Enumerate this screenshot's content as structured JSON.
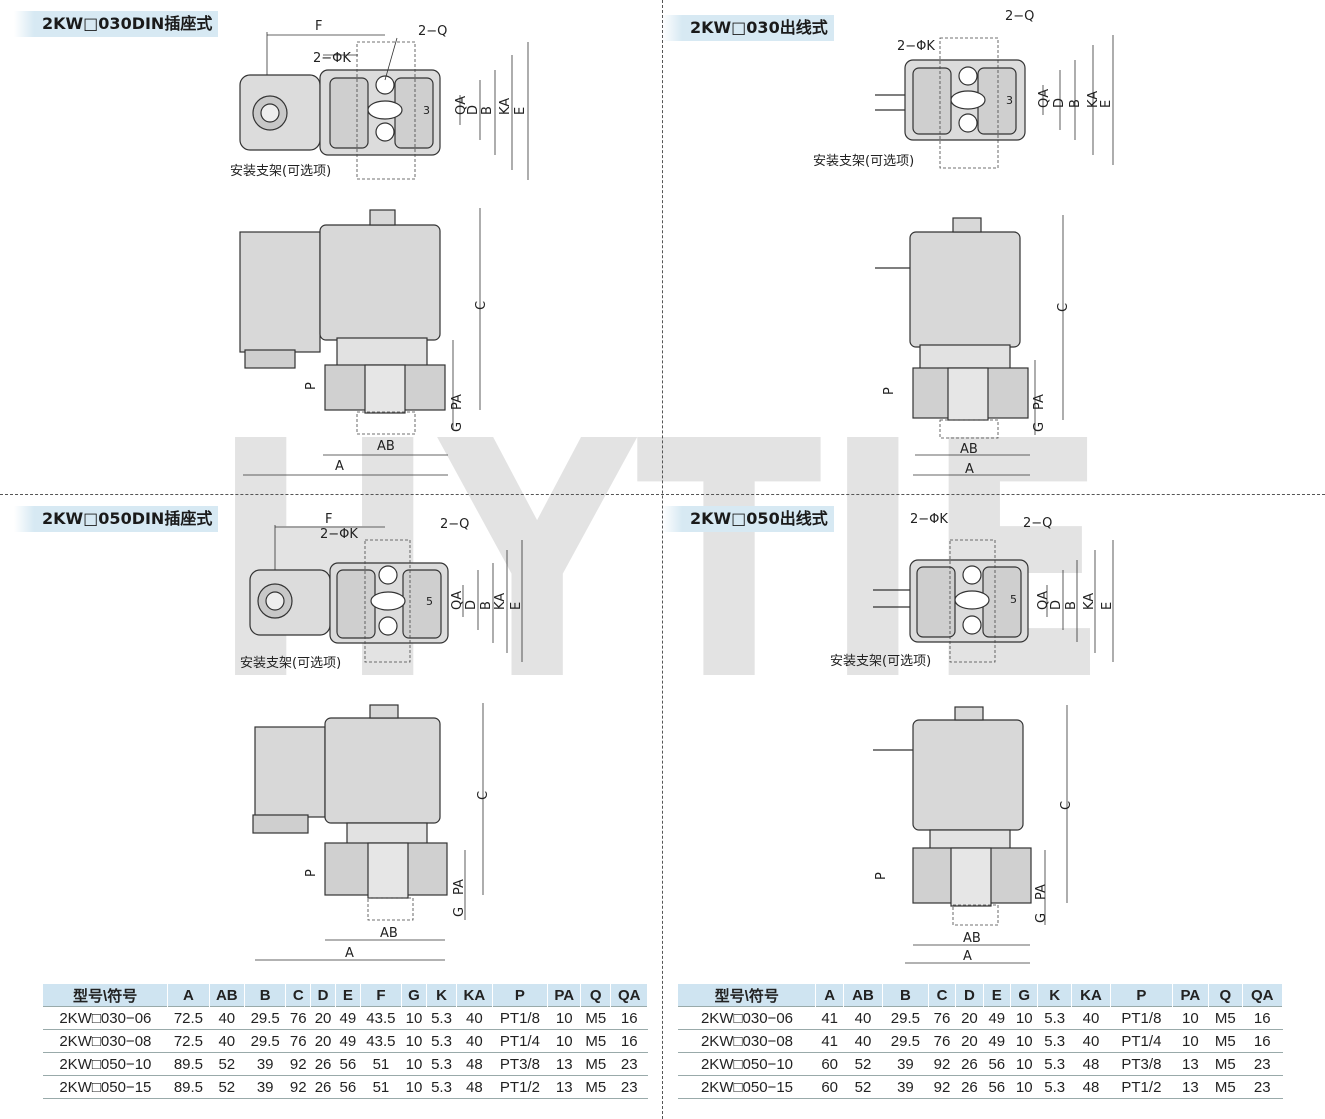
{
  "watermark": "HYTIE",
  "panels": {
    "p1": {
      "title": "2KW□030DIN插座式"
    },
    "p2": {
      "title": "2KW□030出线式"
    },
    "p3": {
      "title": "2KW□050DIN插座式"
    },
    "p4": {
      "title": "2KW□050出线式"
    }
  },
  "labels": {
    "F": "F",
    "PHIK": "2−ΦK",
    "Q": "2−Q",
    "QA": "QA",
    "D": "D",
    "B": "B",
    "KA": "KA",
    "E": "E",
    "C": "C",
    "P": "P",
    "PA": "PA",
    "G": "G",
    "AB": "AB",
    "A": "A",
    "port3": "3",
    "port5": "5",
    "bracket": "安装支架(可选项)"
  },
  "table_left": {
    "headers": [
      "型号\\符号",
      "A",
      "AB",
      "B",
      "C",
      "D",
      "E",
      "F",
      "G",
      "K",
      "KA",
      "P",
      "PA",
      "Q",
      "QA"
    ],
    "rows": [
      [
        "2KW□030−06",
        "72.5",
        "40",
        "29.5",
        "76",
        "20",
        "49",
        "43.5",
        "10",
        "5.3",
        "40",
        "PT1/8",
        "10",
        "M5",
        "16"
      ],
      [
        "2KW□030−08",
        "72.5",
        "40",
        "29.5",
        "76",
        "20",
        "49",
        "43.5",
        "10",
        "5.3",
        "40",
        "PT1/4",
        "10",
        "M5",
        "16"
      ],
      [
        "2KW□050−10",
        "89.5",
        "52",
        "39",
        "92",
        "26",
        "56",
        "51",
        "10",
        "5.3",
        "48",
        "PT3/8",
        "13",
        "M5",
        "23"
      ],
      [
        "2KW□050−15",
        "89.5",
        "52",
        "39",
        "92",
        "26",
        "56",
        "51",
        "10",
        "5.3",
        "48",
        "PT1/2",
        "13",
        "M5",
        "23"
      ]
    ]
  },
  "table_right": {
    "headers": [
      "型号\\符号",
      "A",
      "AB",
      "B",
      "C",
      "D",
      "E",
      "G",
      "K",
      "KA",
      "P",
      "PA",
      "Q",
      "QA"
    ],
    "rows": [
      [
        "2KW□030−06",
        "41",
        "40",
        "29.5",
        "76",
        "20",
        "49",
        "10",
        "5.3",
        "40",
        "PT1/8",
        "10",
        "M5",
        "16"
      ],
      [
        "2KW□030−08",
        "41",
        "40",
        "29.5",
        "76",
        "20",
        "49",
        "10",
        "5.3",
        "40",
        "PT1/4",
        "10",
        "M5",
        "16"
      ],
      [
        "2KW□050−10",
        "60",
        "52",
        "39",
        "92",
        "26",
        "56",
        "10",
        "5.3",
        "48",
        "PT3/8",
        "13",
        "M5",
        "23"
      ],
      [
        "2KW□050−15",
        "60",
        "52",
        "39",
        "92",
        "26",
        "56",
        "10",
        "5.3",
        "48",
        "PT1/2",
        "13",
        "M5",
        "23"
      ]
    ]
  }
}
